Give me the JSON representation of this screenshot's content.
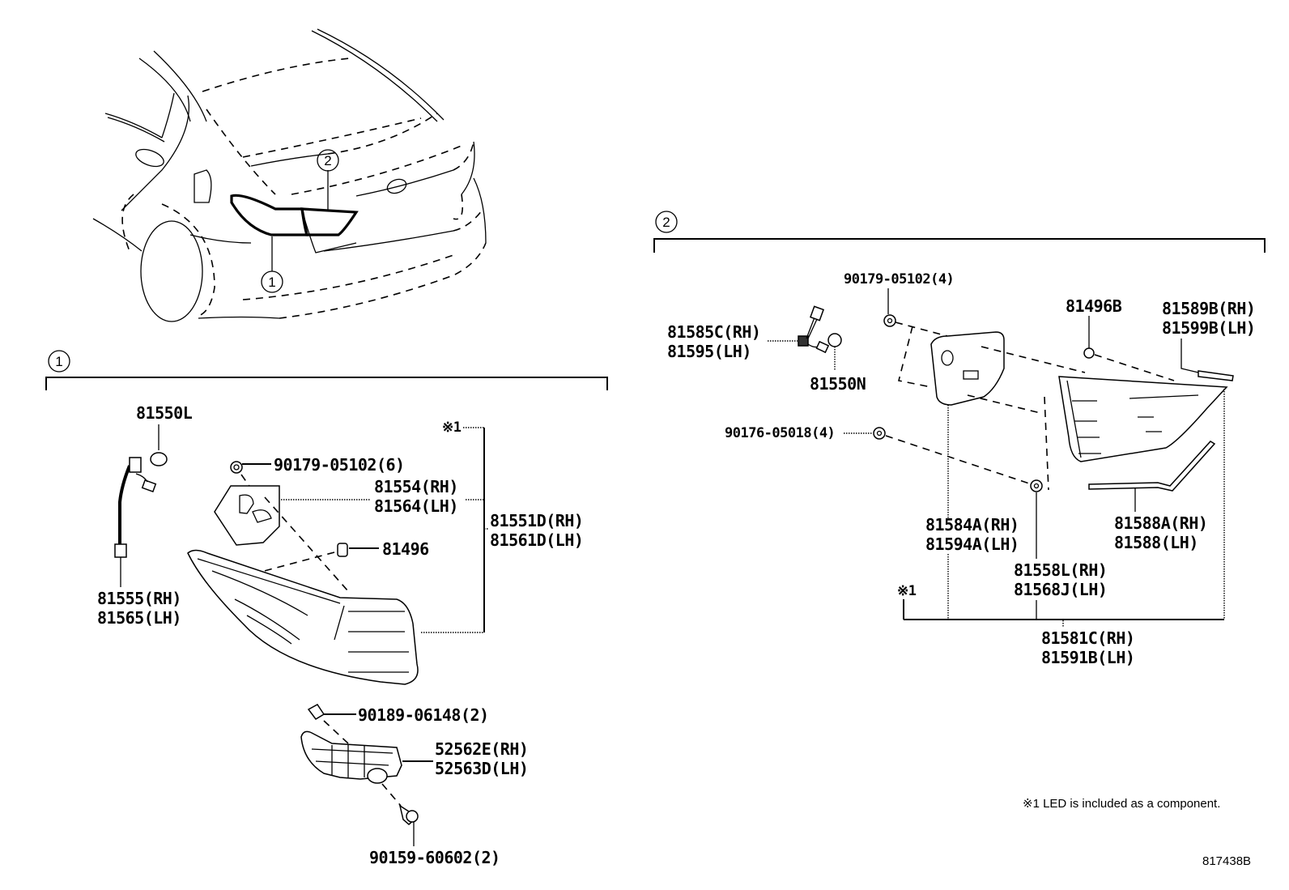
{
  "overview": {
    "callout_1": "1",
    "callout_2": "2"
  },
  "section_1": {
    "marker": "1",
    "labels": {
      "socket_seal": "81550L",
      "wire_rh": "81555(RH)",
      "wire_lh": "81565(LH)",
      "screw": "90179-05102(6)",
      "cover_rh": "81554(RH)",
      "cover_lh": "81564(LH)",
      "clip": "81496",
      "lamp_assy_rh": "81551D(RH)",
      "lamp_assy_lh": "81561D(LH)",
      "led_note_marker": "※1",
      "retainer_screw": "90189-06148(2)",
      "bracket_rh": "52562E(RH)",
      "bracket_lh": "52563D(LH)",
      "bolt": "90159-60602(2)"
    }
  },
  "section_2": {
    "marker": "2",
    "labels": {
      "screw_top": "90179-05102(4)",
      "wire_rh": "81585C(RH)",
      "wire_lh": "81595(LH)",
      "socket_seal": "81550N",
      "screw_mid": "90176-05018(4)",
      "clip": "81496B",
      "garnish_rh": "81589B(RH)",
      "garnish_lh": "81599B(LH)",
      "cover_rh": "81584A(RH)",
      "cover_lh": "81594A(LH)",
      "gasket_rh": "81588A(RH)",
      "gasket_lh": "81588(LH)",
      "nut_rh": "81558L(RH)",
      "nut_lh": "81568J(LH)",
      "led_note_marker": "※1",
      "lamp_assy_rh": "81581C(RH)",
      "lamp_assy_lh": "81591B(LH)"
    }
  },
  "footnote": "※1 LED is included as a component.",
  "diagram_id": "817438B"
}
